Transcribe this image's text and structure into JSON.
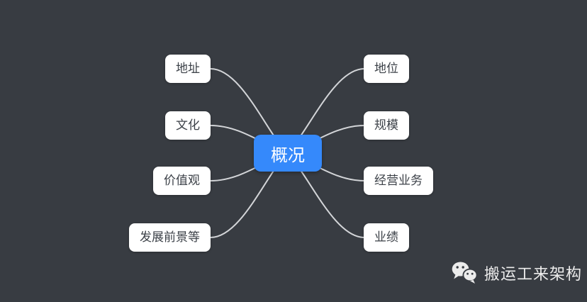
{
  "mindmap": {
    "root": {
      "label": "概况"
    },
    "left_branches": [
      {
        "label": "地址"
      },
      {
        "label": "文化"
      },
      {
        "label": "价值观"
      },
      {
        "label": "发展前景等"
      }
    ],
    "right_branches": [
      {
        "label": "地位"
      },
      {
        "label": "规模"
      },
      {
        "label": "经营业务"
      },
      {
        "label": "业绩"
      }
    ]
  },
  "watermark": {
    "icon": "wechat-icon",
    "text": "搬运工来架构"
  },
  "colors": {
    "background": "#383c42",
    "root_fill": "#3589fb",
    "root_text": "#ffffff",
    "leaf_fill": "#ffffff",
    "leaf_text": "#3c4148",
    "connector": "#d3d5d8",
    "watermark_text": "#ececec"
  }
}
